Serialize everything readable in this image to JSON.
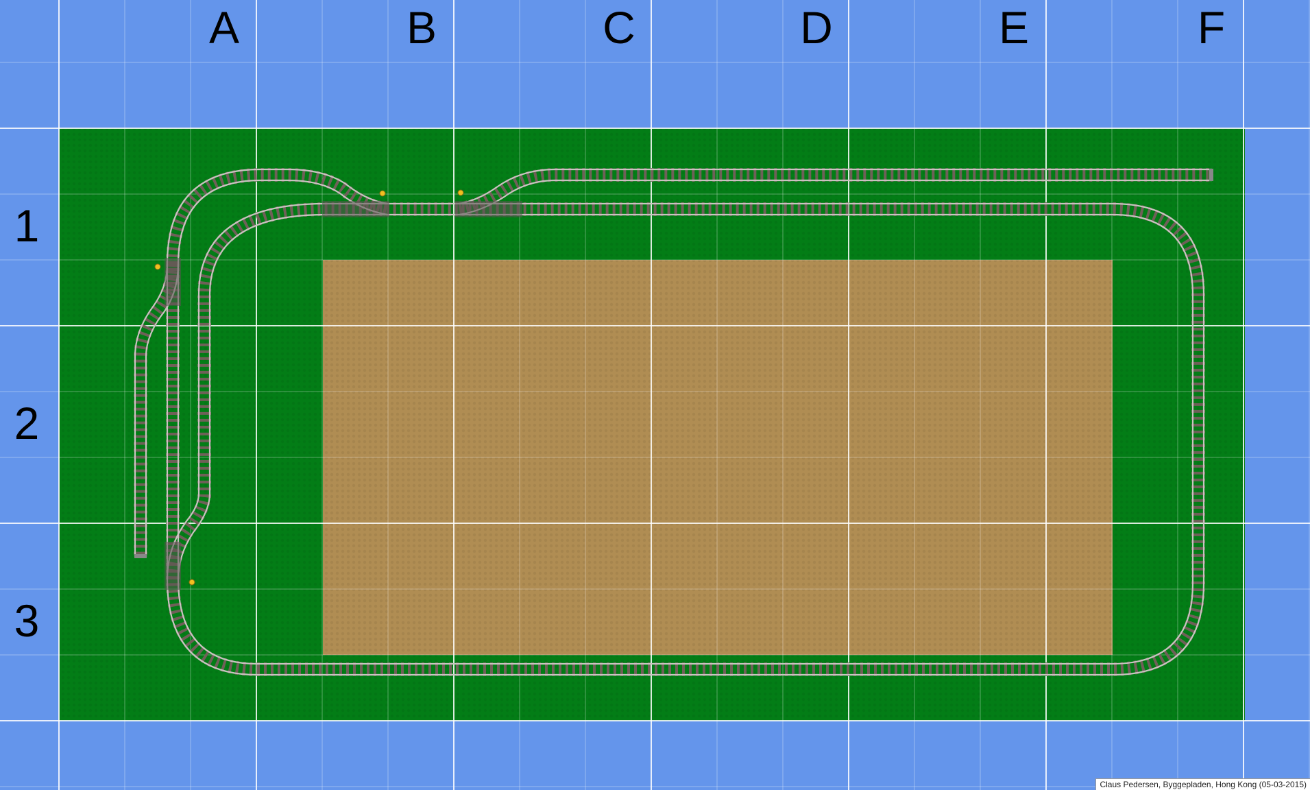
{
  "colors": {
    "water": "#6495eb",
    "grass": "#037d16",
    "sand": "#b08d53",
    "rail": "#c8c8c8",
    "sleeper": "#7a6a5a",
    "signal": "#f0c020"
  },
  "grid": {
    "columns": [
      "A",
      "B",
      "C",
      "D",
      "E",
      "F"
    ],
    "rows": [
      "1",
      "2",
      "3"
    ]
  },
  "credit": "Claus Pedersen, Byggepladen, Hong Kong (05-03-2015)"
}
